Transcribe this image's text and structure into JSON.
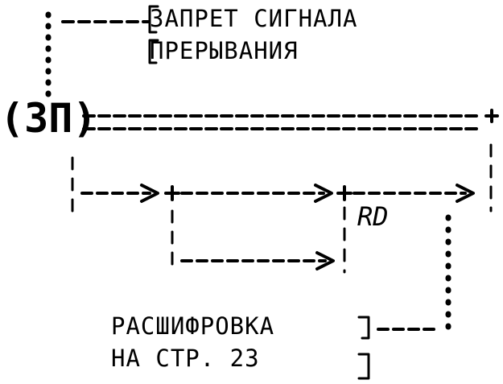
{
  "colors": {
    "ink": "#000000",
    "paper": "#ffffff"
  },
  "comments": {
    "top_line1": "ЗАПРЕТ СИГНАЛА",
    "top_line2": "ПРЕРЫВАНИЯ",
    "bottom_line1": "РАСШИФРОВКА",
    "bottom_line2": "НА СТР. 23"
  },
  "node_label": "(ЗП)",
  "branch_label": "RD"
}
